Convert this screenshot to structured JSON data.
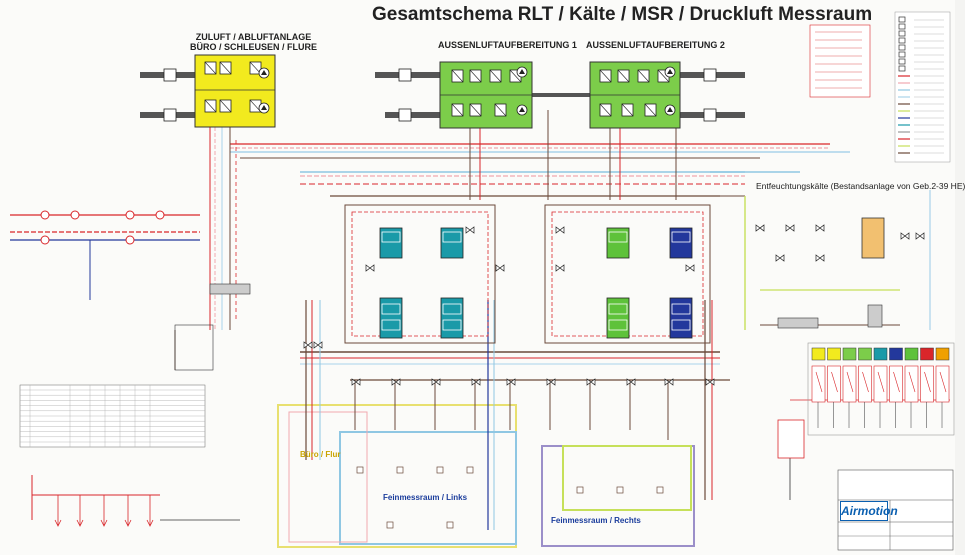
{
  "title": "Gesamtschema RLT / Kälte / MSR / Druckluft Messraum",
  "units": {
    "zuluft": "ZULUFT / ABLUFTANLAGE\nBÜRO / SCHLEUSEN / FLURE",
    "aussen1": "AUSSENLUFTAUFBEREITUNG 1",
    "aussen2": "AUSSENLUFTAUFBEREITUNG 2"
  },
  "subsystems": {
    "entfeuchtung": "Entfeuchtungskälte (Bestandsanlage von Geb.2-39 HE)"
  },
  "zones": {
    "buero": "Büro / Flur",
    "links": "Feinmessraum / Links",
    "rechts": "Feinmessraum / Rechts"
  },
  "logo": "Airmotion",
  "colors": {
    "yellow": "#f2ea1e",
    "green": "#7ccd4a",
    "teal": "#1a9aa8",
    "blue": "#23389c",
    "red": "#d9262a",
    "pink": "#f0a8b0",
    "lightblue": "#a9d3ea",
    "brown": "#6b4a3a"
  },
  "icons": [
    "fan-icon",
    "valve-icon",
    "pump-icon",
    "filter-icon",
    "coil-icon"
  ]
}
